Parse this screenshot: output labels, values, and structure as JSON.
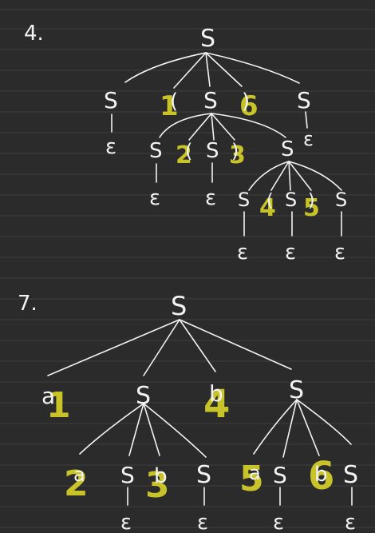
{
  "page": {
    "background": "#2b2b2b",
    "ink_color": "#f2f2f2",
    "highlight_color": "#c9c32a"
  },
  "problems": [
    {
      "number": "4.",
      "root": "S",
      "level1": [
        "S",
        "(",
        "S",
        ")",
        "S"
      ],
      "epsilons_level1": [
        "ε",
        "ε"
      ],
      "level2": [
        "S",
        "(",
        "S",
        ")",
        "S"
      ],
      "epsilons_level2": [
        "ε",
        "ε"
      ],
      "level3": [
        "S",
        "(",
        "S",
        ")",
        "S"
      ],
      "epsilons_level3": [
        "ε",
        "ε",
        "ε"
      ],
      "order_marks": [
        "1",
        "6",
        "2",
        "3",
        "4",
        "5"
      ]
    },
    {
      "number": "7.",
      "root": "S",
      "level1": [
        "a",
        "S",
        "b",
        "S"
      ],
      "left_sub": [
        "a",
        "S",
        "b",
        "S"
      ],
      "right_sub": [
        "a",
        "S",
        "b",
        "S"
      ],
      "epsilons": [
        "ε",
        "ε",
        "ε",
        "ε"
      ],
      "order_marks": [
        "1",
        "4",
        "2",
        "3",
        "5",
        "6"
      ]
    }
  ]
}
